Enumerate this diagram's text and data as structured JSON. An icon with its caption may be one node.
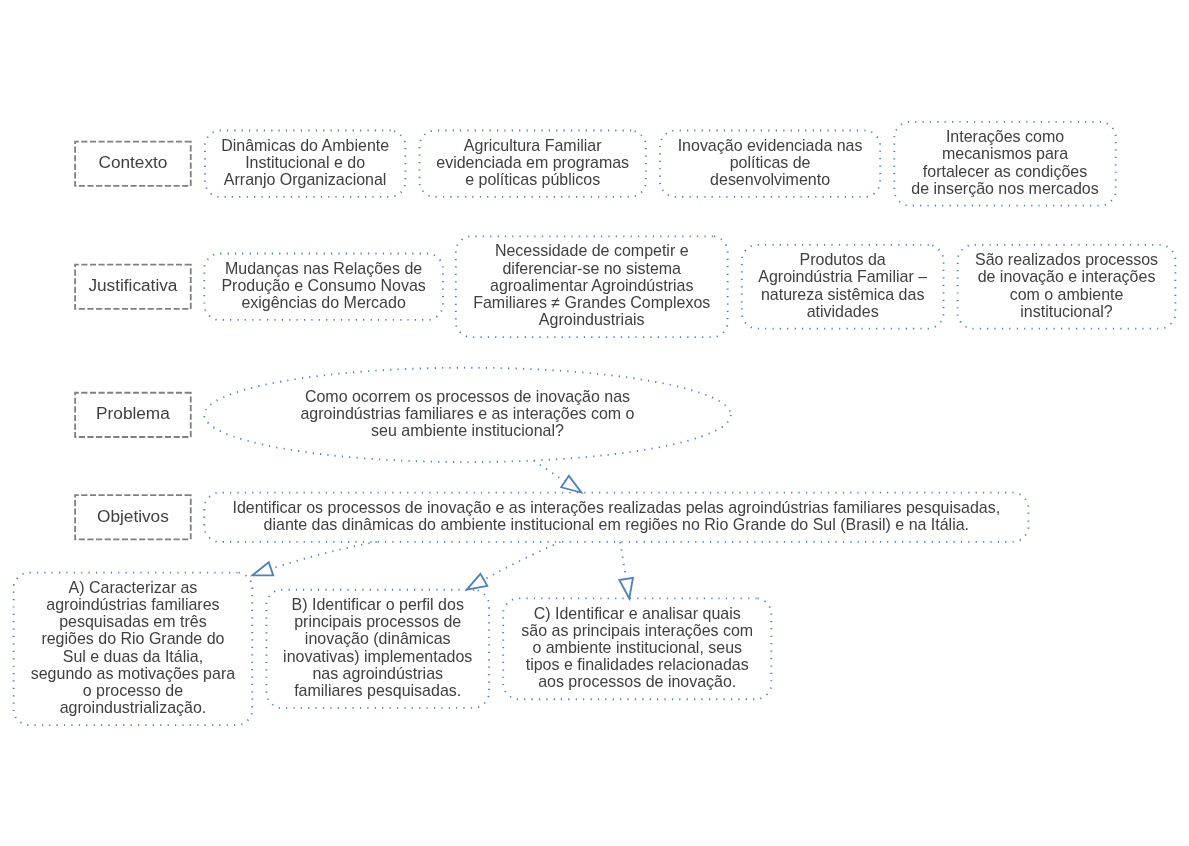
{
  "diagram": {
    "nodes": [
      {
        "text": [
          "Contexto"
        ]
      },
      {
        "text": [
          "Dinâmicas do Ambiente Institucional e do Arranjo Organizacional"
        ]
      },
      {
        "text": [
          "Agricultura Familiar evidenciada em programas e políticas públicos"
        ]
      },
      {
        "text": [
          "Inovação evidenciada nas políticas de desenvolvimento"
        ]
      },
      {
        "text": [
          "Interações como mecanismos para fortalecer as condições de inserção nos mercados"
        ]
      },
      {
        "text": [
          "Justificativa"
        ]
      },
      {
        "text": [
          "Mudanças nas Relações de Produção e Consumo Novas exigências do Mercado"
        ]
      },
      {
        "text": [
          "Necessidade de competir e diferenciar-se no sistema agroalimentar Agroindústrias Familiares ≠ Grandes Complexos Agroindustriais"
        ]
      },
      {
        "text": [
          "Produtos da Agroindústria Familiar – natureza sistêmica das atividades"
        ]
      },
      {
        "text": [
          "São realizados processos de inovação e interações com o ambiente institucional?"
        ]
      },
      {
        "text": [
          "Problema"
        ]
      },
      {
        "text": [
          "Como ocorrem os processos de inovação nas agroindústrias familiares e as interações com o seu ambiente institucional?"
        ]
      },
      {
        "text": [
          "Objetivos"
        ]
      },
      {
        "text": [
          "Identificar os processos de inovação e as interações realizadas pelas agroindústrias familiares pesquisadas, diante das dinâmicas do ambiente institucional em regiões no Rio Grande do Sul (Brasil) e na Itália."
        ]
      },
      {
        "text": [
          "A) Caracterizar as agroindústrias familiares pesquisadas em três regiões do Rio Grande do Sul e duas da Itália, segundo as motivações para o processo de agroindustrialização."
        ]
      },
      {
        "text": [
          "B) Identificar o perfil dos principais processos de inovação (dinâmicas inovativas) implementados nas agroindústrias familiares pesquisadas."
        ]
      },
      {
        "text": [
          "C) Identificar e analisar quais são as principais interações com o ambiente institucional, seus tipos e finalidades relacionadas aos processos de inovação."
        ]
      }
    ],
    "edges": [
      {
        "from": 11,
        "to": 13,
        "arrow": "to"
      },
      {
        "from": 13,
        "to": 14,
        "arrow": "to"
      },
      {
        "from": 13,
        "to": 15,
        "arrow": "to"
      },
      {
        "from": 13,
        "to": 16,
        "arrow": "to"
      }
    ]
  }
}
